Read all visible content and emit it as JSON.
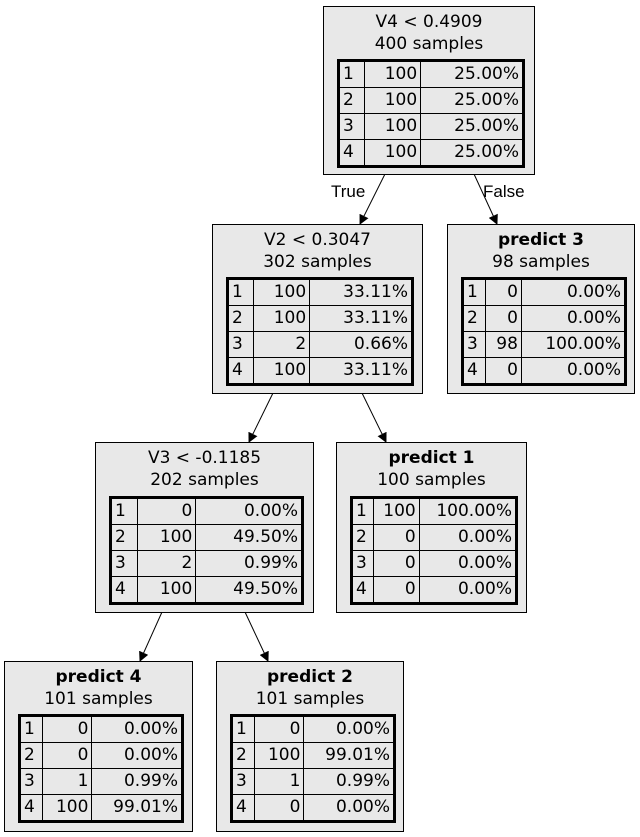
{
  "nodes": {
    "root": {
      "title": "V4 < 0.4909",
      "samples": "400 samples",
      "rows": [
        [
          "1",
          "100",
          "25.00%"
        ],
        [
          "2",
          "100",
          "25.00%"
        ],
        [
          "3",
          "100",
          "25.00%"
        ],
        [
          "4",
          "100",
          "25.00%"
        ]
      ]
    },
    "v2": {
      "title": "V2 < 0.3047",
      "samples": "302 samples",
      "rows": [
        [
          "1",
          "100",
          "33.11%"
        ],
        [
          "2",
          "100",
          "33.11%"
        ],
        [
          "3",
          "2",
          "0.66%"
        ],
        [
          "4",
          "100",
          "33.11%"
        ]
      ]
    },
    "p3": {
      "title": "predict 3",
      "samples": "98 samples",
      "rows": [
        [
          "1",
          "0",
          "0.00%"
        ],
        [
          "2",
          "0",
          "0.00%"
        ],
        [
          "3",
          "98",
          "100.00%"
        ],
        [
          "4",
          "0",
          "0.00%"
        ]
      ]
    },
    "v3": {
      "title": "V3 < -0.1185",
      "samples": "202 samples",
      "rows": [
        [
          "1",
          "0",
          "0.00%"
        ],
        [
          "2",
          "100",
          "49.50%"
        ],
        [
          "3",
          "2",
          "0.99%"
        ],
        [
          "4",
          "100",
          "49.50%"
        ]
      ]
    },
    "p1": {
      "title": "predict 1",
      "samples": "100 samples",
      "rows": [
        [
          "1",
          "100",
          "100.00%"
        ],
        [
          "2",
          "0",
          "0.00%"
        ],
        [
          "3",
          "0",
          "0.00%"
        ],
        [
          "4",
          "0",
          "0.00%"
        ]
      ]
    },
    "p4": {
      "title": "predict 4",
      "samples": "101 samples",
      "rows": [
        [
          "1",
          "0",
          "0.00%"
        ],
        [
          "2",
          "0",
          "0.00%"
        ],
        [
          "3",
          "1",
          "0.99%"
        ],
        [
          "4",
          "100",
          "99.01%"
        ]
      ]
    },
    "p2": {
      "title": "predict 2",
      "samples": "101 samples",
      "rows": [
        [
          "1",
          "0",
          "0.00%"
        ],
        [
          "2",
          "100",
          "99.01%"
        ],
        [
          "3",
          "1",
          "0.99%"
        ],
        [
          "4",
          "0",
          "0.00%"
        ]
      ]
    }
  },
  "edge_labels": {
    "true_label": "True",
    "false_label": "False"
  }
}
